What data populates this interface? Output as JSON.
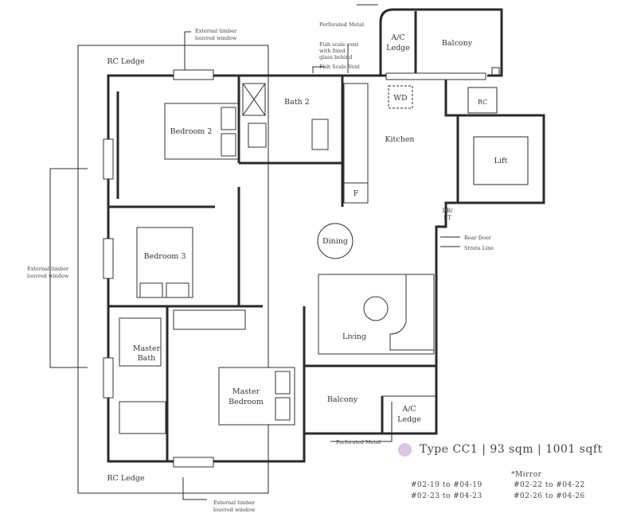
{
  "rooms": {
    "bedroom2": "Bedroom 2",
    "bath2": "Bath 2",
    "kitchen": "Kitchen",
    "wd": "WD",
    "fridge": "F",
    "ac_ledge_top_1": "A/C",
    "ac_ledge_top_2": "Ledge",
    "balcony_top": "Balcony",
    "rc": "RC",
    "lift": "Lift",
    "dbst_1": "DB/",
    "dbst_2": "ST",
    "dining": "Dining",
    "bedroom3": "Bedroom 3",
    "living": "Living",
    "master_bath_1": "Master",
    "master_bath_2": "Bath",
    "master_bedroom_1": "Master",
    "master_bedroom_2": "Bedroom",
    "balcony_bottom": "Balcony",
    "ac_ledge_bottom_1": "A/C",
    "ac_ledge_bottom_2": "Ledge",
    "rc_ledge_top": "RC Ledge",
    "rc_ledge_bottom": "RC Ledge"
  },
  "notes": {
    "ext_window_top_1": "External timber",
    "ext_window_top_2": "louvred window",
    "ext_window_left_1": "External timber",
    "ext_window_left_2": "louvred window",
    "ext_window_bottom_1": "External timber",
    "ext_window_bottom_2": "louvred window",
    "perforated_metal_top": "Perforated Metal",
    "fish_vent_glass_1": "Fish scale vent",
    "fish_vent_glass_2": "with fixed",
    "fish_vent_glass_3": "glass behind",
    "fish_scale_vent": "Fish Scale Vent",
    "rear_door": "Rear Door",
    "strata_line": "Strata Line",
    "perforated_metal_bottom": "Perforated Metal"
  },
  "info": {
    "type_line": "Type CC1 | 93 sqm | 1001 sqft",
    "legend_color": "#d9c6e2",
    "mirror_label": "*Mirror",
    "units_left": [
      "#02-19 to #04-19",
      "#02-23 to #04-23"
    ],
    "units_right": [
      "#02-22 to #04-22",
      "#02-26 to #04-26"
    ]
  }
}
